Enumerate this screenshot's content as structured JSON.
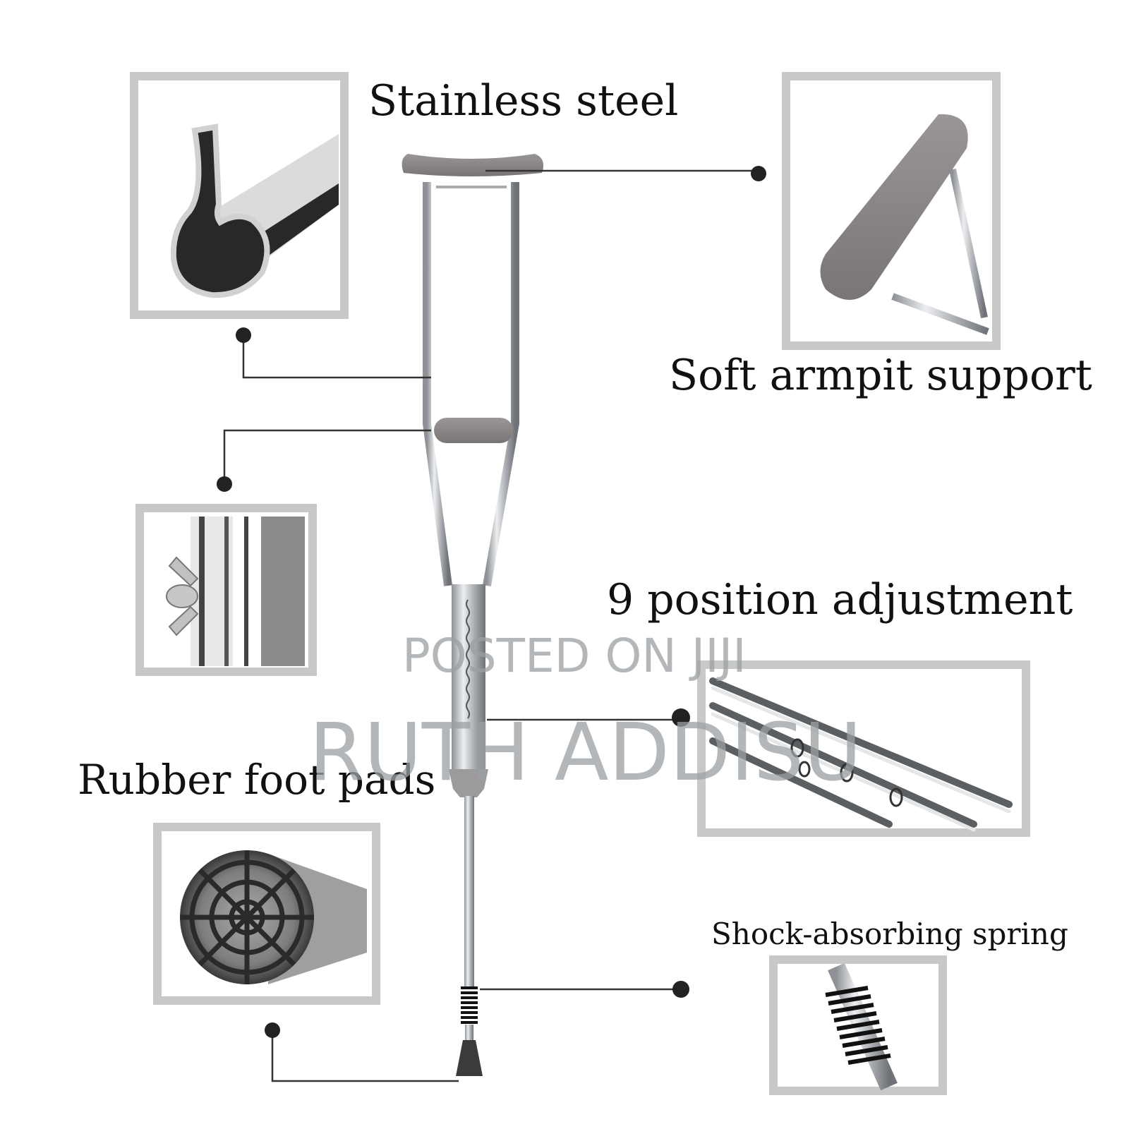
{
  "diagram": {
    "subject": "Underarm crutch",
    "labels": {
      "stainless_steel": "Stainless steel",
      "soft_armpit": "Soft armpit support",
      "position_adjust": "9 position adjustment",
      "rubber_foot": "Rubber foot pads",
      "shock_spring": "Shock-absorbing spring"
    },
    "insets": [
      {
        "id": "tube-cross-section",
        "depicts": "stainless steel tube cross-section"
      },
      {
        "id": "armpit-pad",
        "depicts": "soft grey armpit pad"
      },
      {
        "id": "wing-nut",
        "depicts": "wing nut fastener on handle"
      },
      {
        "id": "adjust-holes",
        "depicts": "adjustment holes on tube"
      },
      {
        "id": "foot-pad",
        "depicts": "rubber foot pad tread"
      },
      {
        "id": "spring",
        "depicts": "shock-absorbing spring coil"
      }
    ],
    "colors": {
      "inset_border": "#c8c8c8",
      "pad_grey": "#8f8a8a",
      "steel": "#c9cccf",
      "text": "#111111"
    }
  },
  "watermark": {
    "line1": "POSTED ON JIJI",
    "line2": "RUTH ADDISU"
  }
}
